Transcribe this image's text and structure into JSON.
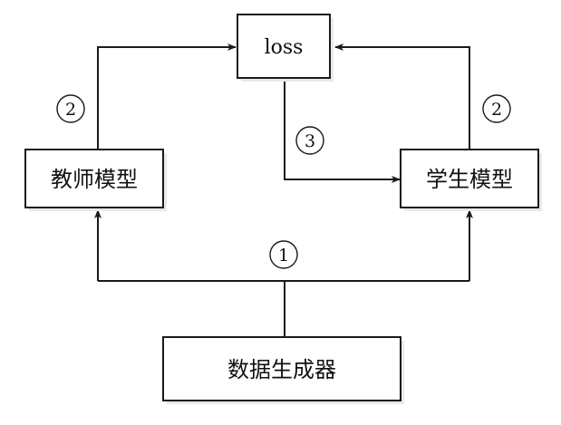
{
  "diagram": {
    "nodes": {
      "loss": "loss",
      "teacher": "教师模型",
      "student": "学生模型",
      "generator": "数据生成器"
    },
    "steps": {
      "generator_to_models": "1",
      "models_to_loss_left": "2",
      "models_to_loss_right": "2",
      "loss_to_student": "3"
    }
  },
  "colors": {
    "line": "#1a1a1a",
    "background": "#ffffff"
  }
}
